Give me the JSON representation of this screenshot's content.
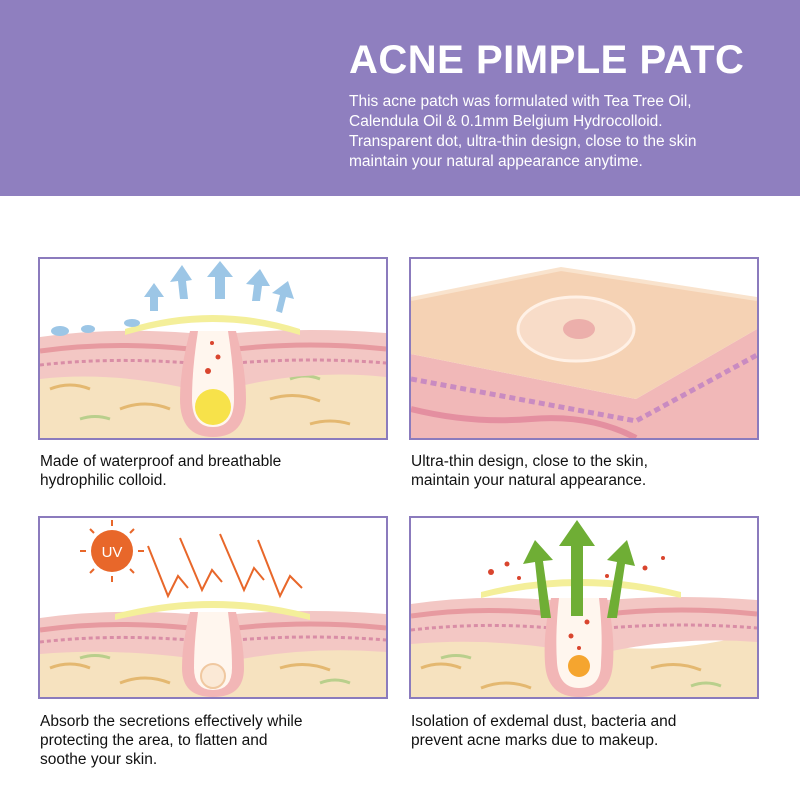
{
  "header": {
    "title": "ACNE PIMPLE PATC",
    "description_lines": [
      "This acne patch was formulated with Tea Tree Oil,",
      "Calendula Oil & 0.1mm Belgium Hydrocolloid.",
      "Transparent dot, ultra-thin design, close to the skin",
      "maintain your natural appearance anytime."
    ]
  },
  "panels": [
    {
      "illustration": "breathable-patch-skin-illustration",
      "caption_lines": [
        "Made of waterproof and breathable",
        "hydrophilic colloid."
      ]
    },
    {
      "illustration": "ultra-thin-patch-on-skin-illustration",
      "caption_lines": [
        "Ultra-thin design, close to the skin,",
        "maintain your natural appearance."
      ]
    },
    {
      "illustration": "uv-protection-patch-illustration",
      "uv_label": "UV",
      "caption_lines": [
        "Absorb the secretions effectively while",
        "protecting the area, to flatten and",
        "soothe your skin."
      ]
    },
    {
      "illustration": "secretion-absorption-patch-illustration",
      "caption_lines": [
        "Isolation of exdemal dust, bacteria and",
        "prevent acne marks due to makeup."
      ]
    }
  ],
  "colors": {
    "header_bg": "#8f7fbf",
    "panel_border": "#8b7bbd",
    "skin_pink": "#f3c7c4",
    "patch_yellow": "#f4ef9a",
    "arrow_blue": "#9cc6e6",
    "arrow_green": "#6fae35",
    "uv_orange": "#e8672a"
  }
}
